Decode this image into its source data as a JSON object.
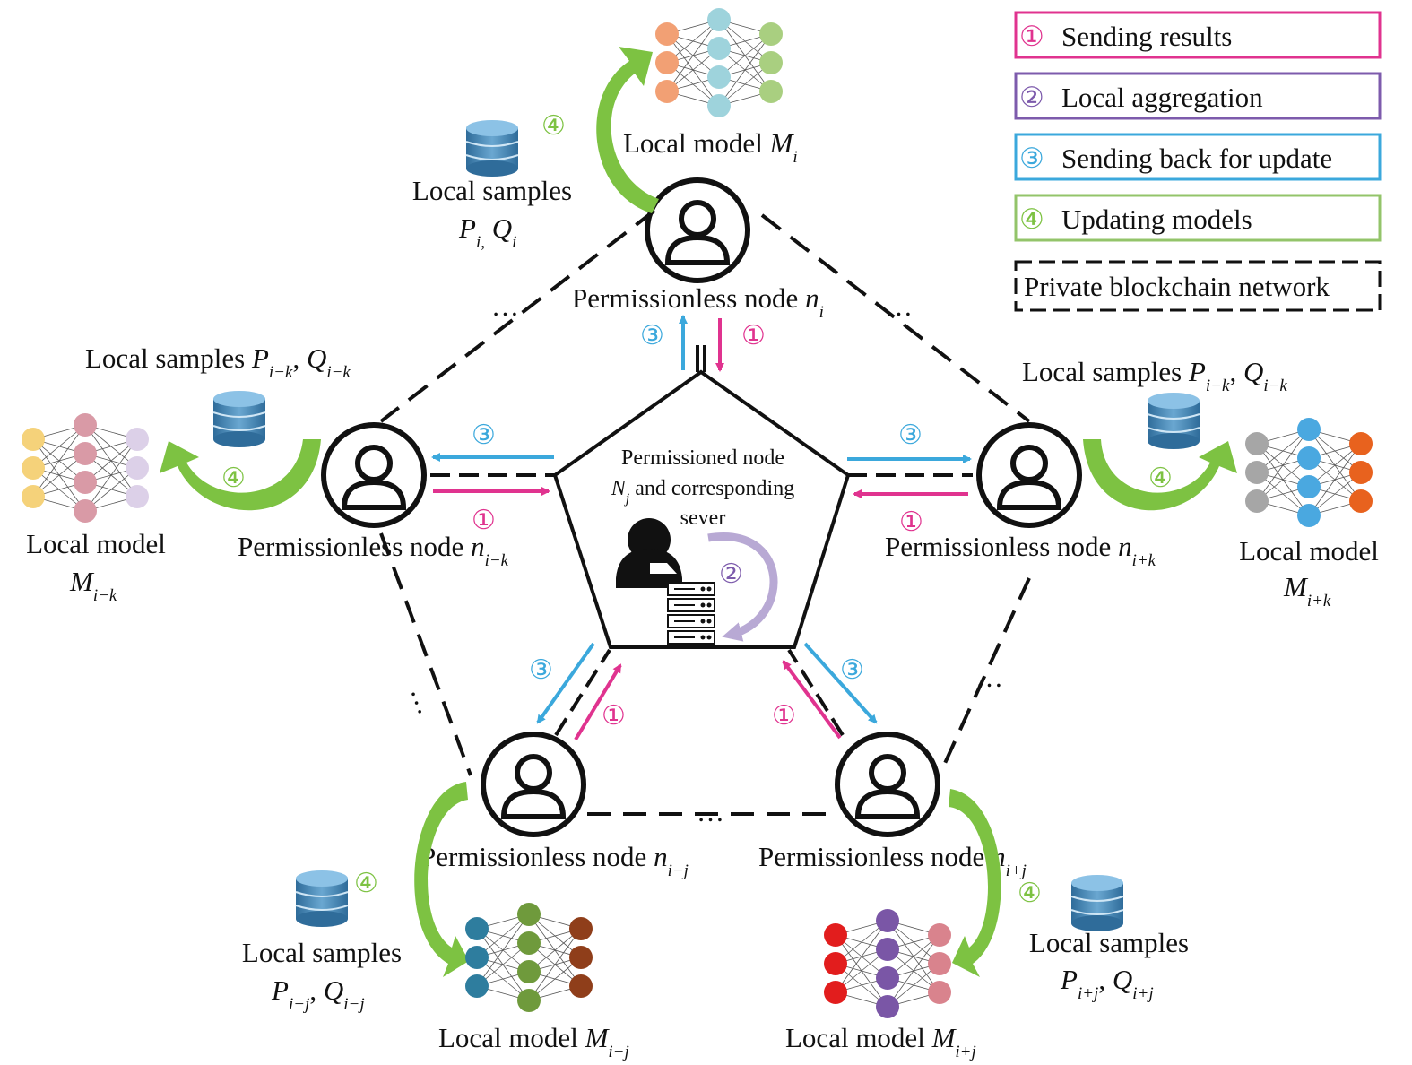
{
  "legend": {
    "items": [
      {
        "mark": "①",
        "label": "Sending results",
        "color": "#e0338f"
      },
      {
        "mark": "②",
        "label": "Local aggregation",
        "color": "#7d5bac"
      },
      {
        "mark": "③",
        "label": "Sending back for update",
        "color": "#3ba8dc"
      },
      {
        "mark": "④",
        "label": "Updating models",
        "color": "#93c46a"
      }
    ],
    "network_label": "Private blockchain network"
  },
  "center": {
    "line1": "Permissioned node",
    "line2_sym": "N",
    "line2_sub": "j",
    "line2_rest": " and corresponding",
    "line3": "sever"
  },
  "nodes": {
    "top": {
      "text": "Permissionless node ",
      "sym": "n",
      "sub": "i"
    },
    "left": {
      "text": "Permissionless node ",
      "sym": "n",
      "sub": "i−k"
    },
    "right": {
      "text": "Permissionless node ",
      "sym": "n",
      "sub": "i+k"
    },
    "bl": {
      "text": "Permissionless node ",
      "sym": "n",
      "sub": "i−j"
    },
    "br": {
      "text": "Permissionless node ",
      "sym": "n",
      "sub": "i+j"
    }
  },
  "models": {
    "top": {
      "text": "Local model ",
      "sym": "M",
      "sub": "i"
    },
    "left": {
      "text": "Local model",
      "sym": "M",
      "sub": "i−k"
    },
    "right": {
      "text": "Local model",
      "sym": "M",
      "sub": "i+k"
    },
    "bl": {
      "text": "Local model ",
      "sym": "M",
      "sub": "i−j"
    },
    "br": {
      "text": "Local model ",
      "sym": "M",
      "sub": "i+j"
    }
  },
  "samples": {
    "top": {
      "text": "Local samples",
      "p": "P",
      "psub": "i,",
      "q": "Q",
      "qsub": "i"
    },
    "left": {
      "text": "Local samples ",
      "p": "P",
      "psub": "i−k",
      "q": "Q",
      "qsub": "i−k"
    },
    "right": {
      "text": "Local samples ",
      "p": "P",
      "psub": "i−k",
      "q": "Q",
      "qsub": "i−k"
    },
    "bl": {
      "text": "Local samples",
      "p": "P",
      "psub": "i−j",
      "q": "Q",
      "qsub": "i−j"
    },
    "br": {
      "text": "Local samples",
      "p": "P",
      "psub": "i+j",
      "q": "Q",
      "qsub": "i+j"
    }
  },
  "marks": {
    "one": "①",
    "two": "②",
    "three": "③",
    "four": "④",
    "ellipsis": "…"
  },
  "colors": {
    "pink": "#e0338f",
    "purple": "#7d5bac",
    "blue": "#3ba8dc",
    "green": "#7dc242",
    "green_legend": "#93c46a",
    "black": "#111111",
    "db": "#3d7fb0",
    "aggregation_arrow": "#b8a9d4"
  },
  "network_palettes": {
    "top": [
      "#f2a074",
      "#9ed3dc",
      "#a9cf80"
    ],
    "left": [
      "#f5d27a",
      "#d99aa6",
      "#dcd0e8"
    ],
    "right": [
      "#a6a6a6",
      "#4aa8e0",
      "#e8621e"
    ],
    "bl": [
      "#2e7d9e",
      "#6f9a3c",
      "#8f3e1a"
    ],
    "br": [
      "#e21d1d",
      "#7a56a6",
      "#d9838d"
    ]
  }
}
